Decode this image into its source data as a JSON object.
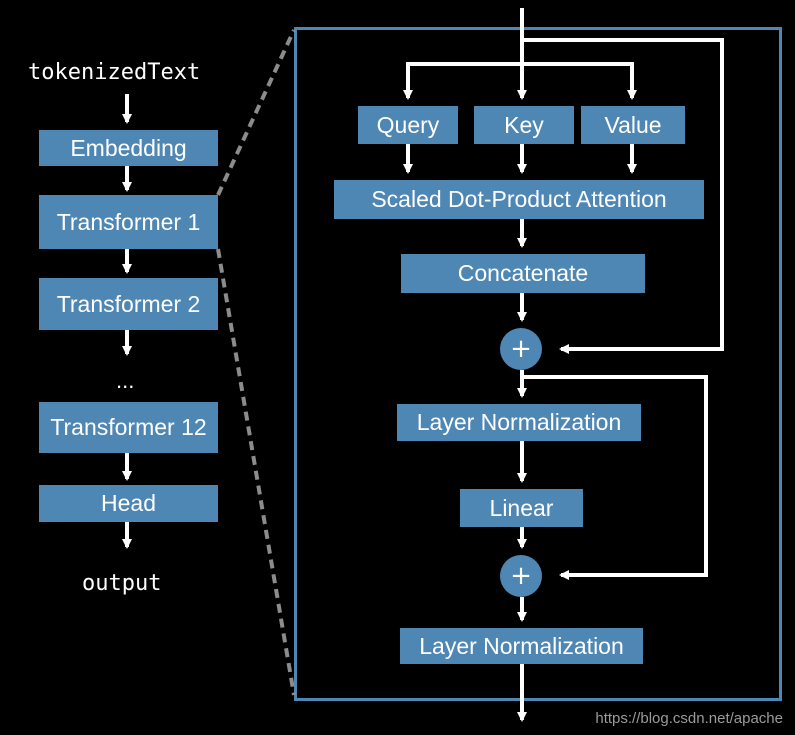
{
  "left": {
    "input_label": "tokenizedText",
    "embedding": "Embedding",
    "transformer1": "Transformer 1",
    "transformer2": "Transformer 2",
    "ellipsis": "...",
    "transformer12": "Transformer 12",
    "head": "Head",
    "output_label": "output"
  },
  "detail": {
    "query": "Query",
    "key": "Key",
    "value": "Value",
    "attention": "Scaled Dot-Product Attention",
    "concatenate": "Concatenate",
    "add1": "+",
    "layer_norm1": "Layer Normalization",
    "linear": "Linear",
    "add2": "+",
    "layer_norm2": "Layer Normalization"
  },
  "watermark": "https://blog.csdn.net/apache",
  "colors": {
    "box": "#4f87b4",
    "background": "#000000",
    "line": "#ffffff",
    "dashed_connector": "#8c8c8c"
  }
}
